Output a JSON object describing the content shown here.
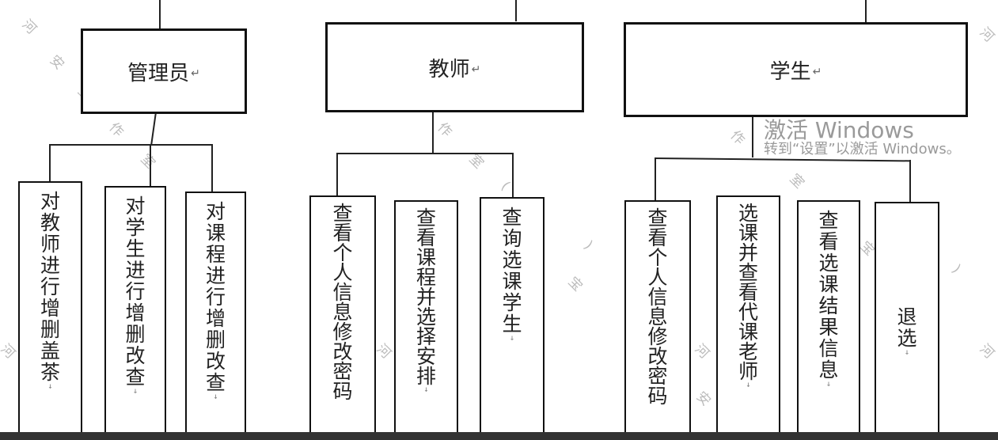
{
  "roles": [
    {
      "label": "管理员",
      "children": [
        "对教师进行增删盖茶",
        "对学生进行增删改查",
        "对课程进行增删改查"
      ]
    },
    {
      "label": "教师",
      "children": [
        "查看个人信息修改密码",
        "查看课程并选择安排",
        "查询选课学生"
      ]
    },
    {
      "label": "学生",
      "children": [
        "查看个人信息修改密码",
        "选课并查看代课老师",
        "查看选课结果信息",
        "退选"
      ]
    }
  ],
  "return_mark": "↵",
  "leaf_return_mark": "ꜜ",
  "watermark": "河安工作室(淘宝)",
  "activation": {
    "line1": "激活 Windows",
    "line2": "转到“设置”以激活 Windows。"
  }
}
